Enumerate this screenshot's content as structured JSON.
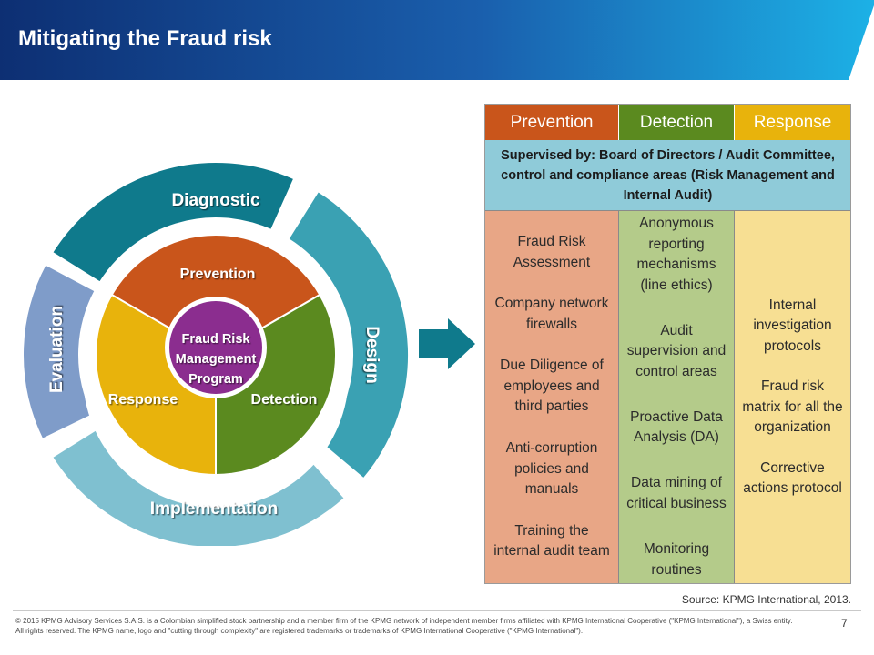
{
  "header": {
    "title": "Mitigating the Fraud risk",
    "colors": {
      "dark": "#0d2f73",
      "mid": "#1a5fad",
      "light": "#1cb1e6"
    }
  },
  "cycle": {
    "outer": {
      "diagnostic": "Diagnostic",
      "design": "Design",
      "implementation": "Implementation",
      "evaluation": "Evaluation"
    },
    "inner": {
      "prevention": "Prevention",
      "detection": "Detection",
      "response": "Response"
    },
    "center": [
      "Fraud Risk",
      "Management",
      "Program"
    ],
    "colors": {
      "diagnostic": "#0f7a8c",
      "design": "#3aa1b3",
      "implementation": "#7fc0d0",
      "evaluation": "#7f9cc9",
      "prevention": "#c9551b",
      "detection": "#5b8a1f",
      "response": "#e8b30c",
      "center": "#8b2d8f"
    }
  },
  "matrix": {
    "headers": [
      {
        "label": "Prevention",
        "color": "#c9551b"
      },
      {
        "label": "Detection",
        "color": "#5b8a1f"
      },
      {
        "label": "Response",
        "color": "#e8b30c"
      }
    ],
    "supervised": "Supervised by: Board of Directors / Audit Committee, control and compliance areas (Risk Management and Internal Audit)",
    "prevention": [
      "Fraud Risk Assessment",
      "Company network firewalls",
      "Due Diligence of employees and third parties",
      "Anti-corruption policies and manuals",
      "Training the internal audit team"
    ],
    "detection": [
      "Anonymous reporting mechanisms (line ethics)",
      "Audit supervision and control areas",
      "Proactive Data Analysis (DA)",
      "Data mining of critical business",
      "Monitoring routines"
    ],
    "response": [
      "Internal investigation protocols",
      "Fraud risk matrix for all the organization",
      "Corrective actions protocol"
    ]
  },
  "source": "Source: KPMG International, 2013.",
  "footer": "© 2015 KPMG Advisory Services S.A.S. is a Colombian simplified stock partnership and a member firm of the KPMG network of independent member firms affiliated with KPMG International Cooperative (\"KPMG International\"), a Swiss entity. All rights reserved. The KPMG name, logo and \"cutting through complexity\" are registered trademarks or trademarks of KPMG International Cooperative (\"KPMG International\").",
  "page_number": "7"
}
